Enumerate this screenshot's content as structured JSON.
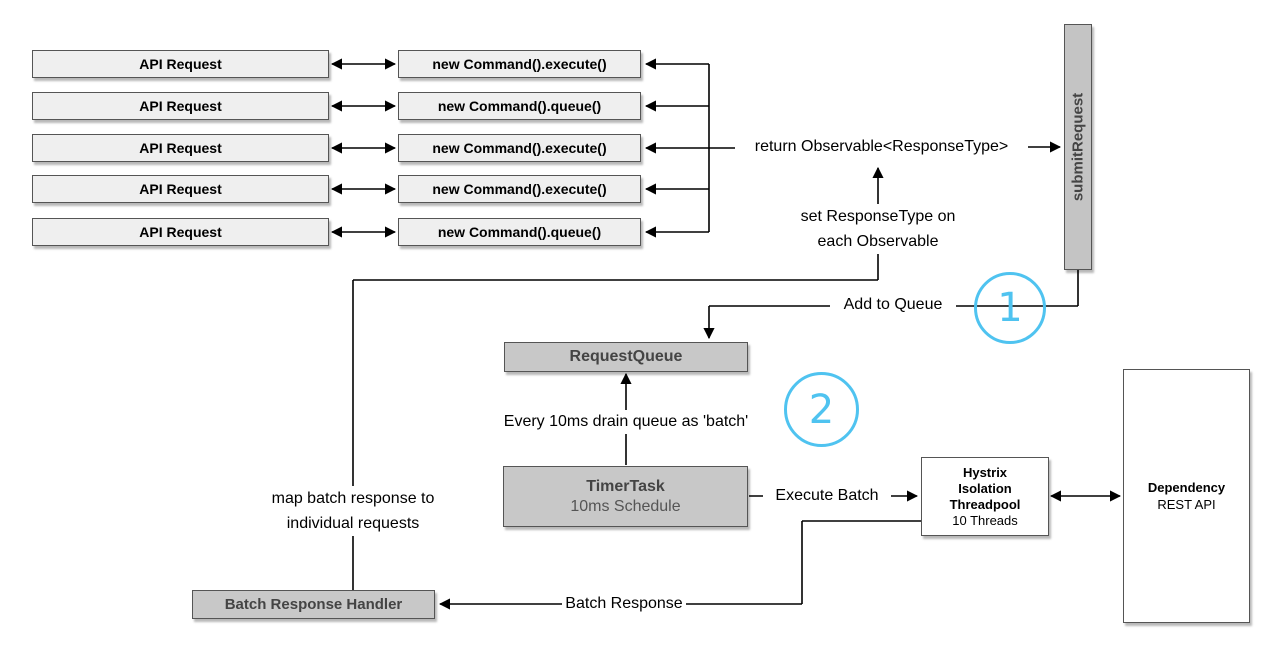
{
  "api_requests": [
    {
      "label": "API Request",
      "command": "new Command().execute()"
    },
    {
      "label": "API Request",
      "command": "new Command().queue()"
    },
    {
      "label": "API Request",
      "command": "new Command().execute()"
    },
    {
      "label": "API Request",
      "command": "new Command().execute()"
    },
    {
      "label": "API Request",
      "command": "new Command().queue()"
    }
  ],
  "labels": {
    "return_observable": "return Observable<ResponseType>",
    "set_response_type": "set ResponseType on each Observable",
    "add_to_queue": "Add to Queue",
    "drain_queue": "Every 10ms drain queue as 'batch'",
    "execute_batch": "Execute Batch",
    "map_batch": "map batch response to individual requests",
    "batch_response": "Batch Response"
  },
  "boxes": {
    "submit_request": "submitRequest",
    "request_queue": "RequestQueue",
    "timer_title": "TimerTask",
    "timer_sub": "10ms Schedule",
    "hystrix_lines": [
      "Hystrix",
      "Isolation",
      "Threadpool"
    ],
    "hystrix_sub": "10 Threads",
    "dependency_title": "Dependency",
    "dependency_sub": "REST API",
    "batch_handler": "Batch Response Handler"
  },
  "annotations": {
    "step1": "1",
    "step2": "2"
  },
  "colors": {
    "annotation_circle": "#4fc3f0",
    "box_gray": "#c8c8c8",
    "box_light": "#efefef"
  }
}
